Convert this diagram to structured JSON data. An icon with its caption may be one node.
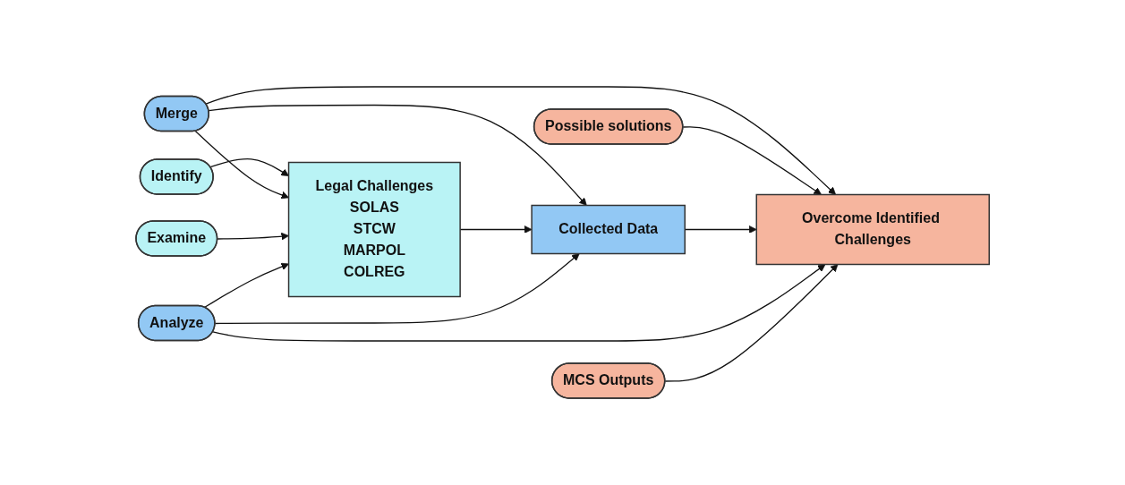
{
  "diagram": {
    "nodes": [
      {
        "text": [
          "Identify"
        ]
      },
      {
        "text": [
          "Merge"
        ]
      },
      {
        "text": [
          "Possible solutions"
        ]
      },
      {
        "text": [
          "Legal Challenges",
          "SOLAS",
          "STCW",
          "MARPOL",
          "COLREG"
        ]
      },
      {
        "text": [
          "Collected Data"
        ]
      },
      {
        "text": [
          "Overcome Identified Challenges"
        ]
      },
      {
        "text": [
          "Examine"
        ]
      },
      {
        "text": [
          "Analyze"
        ]
      },
      {
        "text": [
          "MCS Outputs"
        ]
      }
    ],
    "edges": [
      {
        "from": 0,
        "to": 3,
        "arrow": "to"
      },
      {
        "from": 1,
        "to": 3,
        "arrow": "to"
      },
      {
        "from": 1,
        "to": 4,
        "arrow": "to"
      },
      {
        "from": 1,
        "to": 5,
        "arrow": "to"
      },
      {
        "from": 2,
        "to": 5,
        "arrow": "to"
      },
      {
        "from": 3,
        "to": 4,
        "arrow": "to"
      },
      {
        "from": 4,
        "to": 5,
        "arrow": "to"
      },
      {
        "from": 6,
        "to": 3,
        "arrow": "to"
      },
      {
        "from": 7,
        "to": 3,
        "arrow": "to"
      },
      {
        "from": 7,
        "to": 4,
        "arrow": "to"
      },
      {
        "from": 7,
        "to": 5,
        "arrow": "to"
      },
      {
        "from": 8,
        "to": 5,
        "arrow": "to"
      }
    ]
  }
}
